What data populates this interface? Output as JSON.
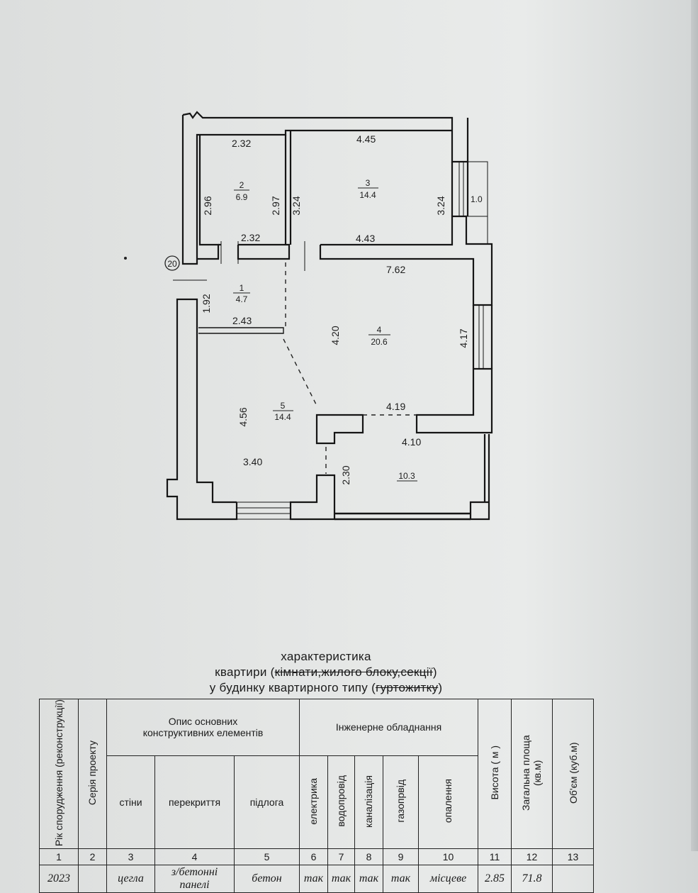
{
  "plan": {
    "axis_label": "20",
    "dims": [
      {
        "id": "r2-top",
        "text": "2.32"
      },
      {
        "id": "r3-top",
        "text": "4.45"
      },
      {
        "id": "r2-left",
        "text": "2.96"
      },
      {
        "id": "r2-right",
        "text": "2.97"
      },
      {
        "id": "r3-left",
        "text": "3.24"
      },
      {
        "id": "r3-right",
        "text": "3.24"
      },
      {
        "id": "balcony",
        "text": "1.0"
      },
      {
        "id": "r1-top",
        "text": "2.32"
      },
      {
        "id": "r3-bottom",
        "text": "4.43"
      },
      {
        "id": "r4-top",
        "text": "7.62"
      },
      {
        "id": "r1-left",
        "text": "1.92"
      },
      {
        "id": "r1-bottom",
        "text": "2.43"
      },
      {
        "id": "r4-left",
        "text": "4.20"
      },
      {
        "id": "r4-right",
        "text": "4.17"
      },
      {
        "id": "r4-bottom",
        "text": "4.19"
      },
      {
        "id": "r5-left",
        "text": "4.56"
      },
      {
        "id": "r6-top",
        "text": "4.10"
      },
      {
        "id": "r5-bottom",
        "text": "3.40"
      },
      {
        "id": "r5-right",
        "text": "2.30"
      }
    ],
    "rooms": [
      {
        "no": "2",
        "area": "6.9"
      },
      {
        "no": "3",
        "area": "14.4"
      },
      {
        "no": "1",
        "area": "4.7"
      },
      {
        "no": "4",
        "area": "20.6"
      },
      {
        "no": "5",
        "area": "14.4"
      },
      {
        "no": "",
        "area": "10.3"
      }
    ]
  },
  "title": {
    "line1": "характеристика",
    "line2_prefix": "квартири (",
    "line2_strike": "кімнати,жилого блоку,секції",
    "line2_suffix": ")",
    "line3_prefix": "у будинку квартирного типу (",
    "line3_strike": "гуртожитку",
    "line3_suffix": ")"
  },
  "table": {
    "col_year": "Рік спорудження (реконструкції)",
    "col_series": "Серія проекту",
    "group_structure": "Опис основних конструктивних елементів",
    "group_utilities": "Інженерне обладнання",
    "col_walls": "стіни",
    "col_floors_ceiling": "перекриття",
    "col_floor": "підлога",
    "col_electric": "електрика",
    "col_water": "водопровід",
    "col_sewer": "каналізація",
    "col_gas": "газопрвід",
    "col_heating": "опалення",
    "col_height": "Висота ( м )",
    "col_area": "Загальна площа (кв.м)",
    "col_volume": "Об'єм (куб.м)",
    "numbers": [
      "1",
      "2",
      "3",
      "4",
      "5",
      "6",
      "7",
      "8",
      "9",
      "10",
      "11",
      "12",
      "13"
    ],
    "values": [
      "2023",
      "",
      "цегла",
      "з/бетонні панелі",
      "бетон",
      "так",
      "так",
      "так",
      "так",
      "місцеве",
      "2.85",
      "71.8",
      ""
    ]
  }
}
